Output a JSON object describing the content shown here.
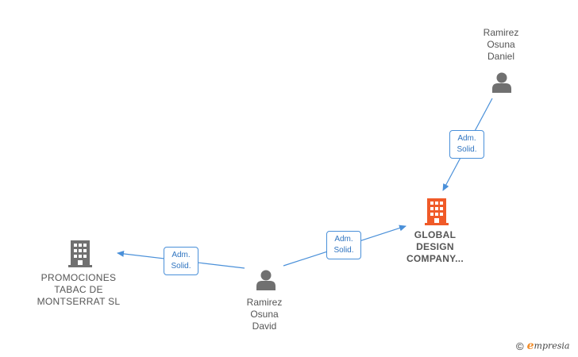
{
  "nodes": {
    "daniel": {
      "line1": "Ramirez",
      "line2": "Osuna",
      "line3": "Daniel",
      "icon": "person-icon"
    },
    "global": {
      "line1": "GLOBAL",
      "line2": "DESIGN",
      "line3": "COMPANY...",
      "icon": "building-icon"
    },
    "promociones": {
      "line1": "PROMOCIONES",
      "line2": "TABAC DE",
      "line3": "MONTSERRAT SL",
      "icon": "building-icon"
    },
    "david": {
      "line1": "Ramirez",
      "line2": "Osuna",
      "line3": "David",
      "icon": "person-icon"
    }
  },
  "edges": {
    "daniel_global": {
      "line1": "Adm.",
      "line2": "Solid."
    },
    "david_global": {
      "line1": "Adm.",
      "line2": "Solid."
    },
    "david_promociones": {
      "line1": "Adm.",
      "line2": "Solid."
    }
  },
  "colors": {
    "person": "#707070",
    "building": "#707070",
    "focus_building": "#f05a28",
    "edge": "#4a90d9"
  },
  "brand": {
    "copyright": "©",
    "initial": "e",
    "rest": "mpresia"
  }
}
